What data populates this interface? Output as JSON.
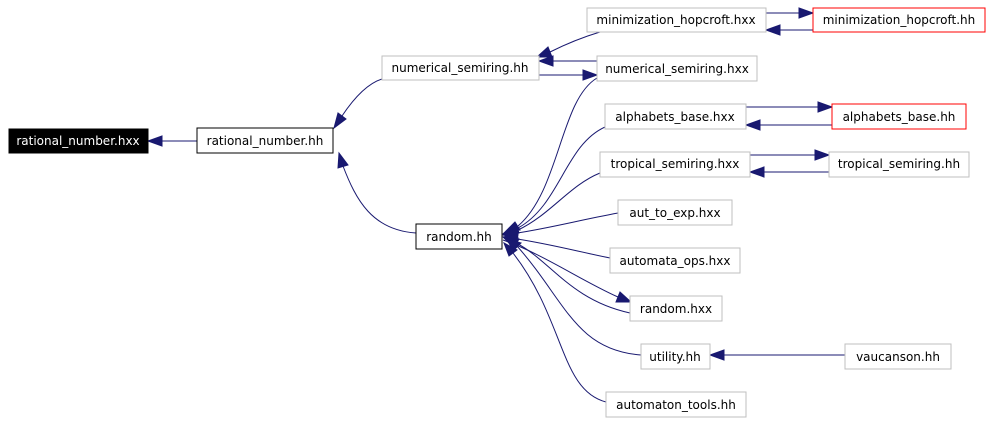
{
  "graph": {
    "edge_color": "#191970",
    "nodes": {
      "rational_number_hxx": {
        "label": "rational_number.hxx",
        "style": "filled"
      },
      "rational_number_hh": {
        "label": "rational_number.hh",
        "style": "black"
      },
      "numerical_semiring_hh": {
        "label": "numerical_semiring.hh",
        "style": "gray"
      },
      "random_hh": {
        "label": "random.hh",
        "style": "black"
      },
      "minimization_hopcroft_hxx": {
        "label": "minimization_hopcroft.hxx",
        "style": "gray"
      },
      "minimization_hopcroft_hh": {
        "label": "minimization_hopcroft.hh",
        "style": "red"
      },
      "numerical_semiring_hxx": {
        "label": "numerical_semiring.hxx",
        "style": "gray"
      },
      "alphabets_base_hxx": {
        "label": "alphabets_base.hxx",
        "style": "gray"
      },
      "alphabets_base_hh": {
        "label": "alphabets_base.hh",
        "style": "red"
      },
      "tropical_semiring_hxx": {
        "label": "tropical_semiring.hxx",
        "style": "gray"
      },
      "tropical_semiring_hh": {
        "label": "tropical_semiring.hh",
        "style": "gray"
      },
      "aut_to_exp_hxx": {
        "label": "aut_to_exp.hxx",
        "style": "gray"
      },
      "automata_ops_hxx": {
        "label": "automata_ops.hxx",
        "style": "gray"
      },
      "random_hxx": {
        "label": "random.hxx",
        "style": "gray"
      },
      "utility_hh": {
        "label": "utility.hh",
        "style": "gray"
      },
      "vaucanson_hh": {
        "label": "vaucanson.hh",
        "style": "gray"
      },
      "automaton_tools_hh": {
        "label": "automaton_tools.hh",
        "style": "gray"
      }
    }
  }
}
